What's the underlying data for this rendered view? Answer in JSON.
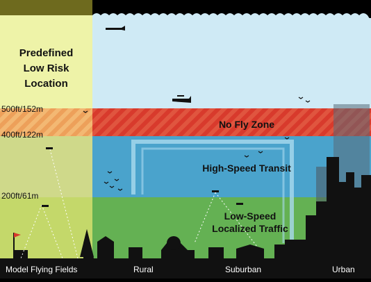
{
  "left_panel": {
    "title": "Predefined\nLow Risk\nLocation"
  },
  "altitudes": [
    "500ft/152m",
    "400ft/122m",
    "200ft/61m"
  ],
  "zones": {
    "no_fly": "No Fly Zone",
    "high_speed": "High-Speed Transit",
    "low_speed": "Low-Speed\nLocalized Traffic"
  },
  "ground_labels": [
    "Model Flying Fields",
    "Rural",
    "Suburban",
    "Urban"
  ],
  "colors": {
    "sky": "#cfeaf5",
    "no_fly": "#d83a2c",
    "high_speed": "#4aa3cc",
    "low_speed": "#64b153",
    "left_sky": "#eef3a8",
    "left_orange": "#f0a85e",
    "left_mid": "#cfd98a",
    "left_low": "#c4d86a"
  }
}
